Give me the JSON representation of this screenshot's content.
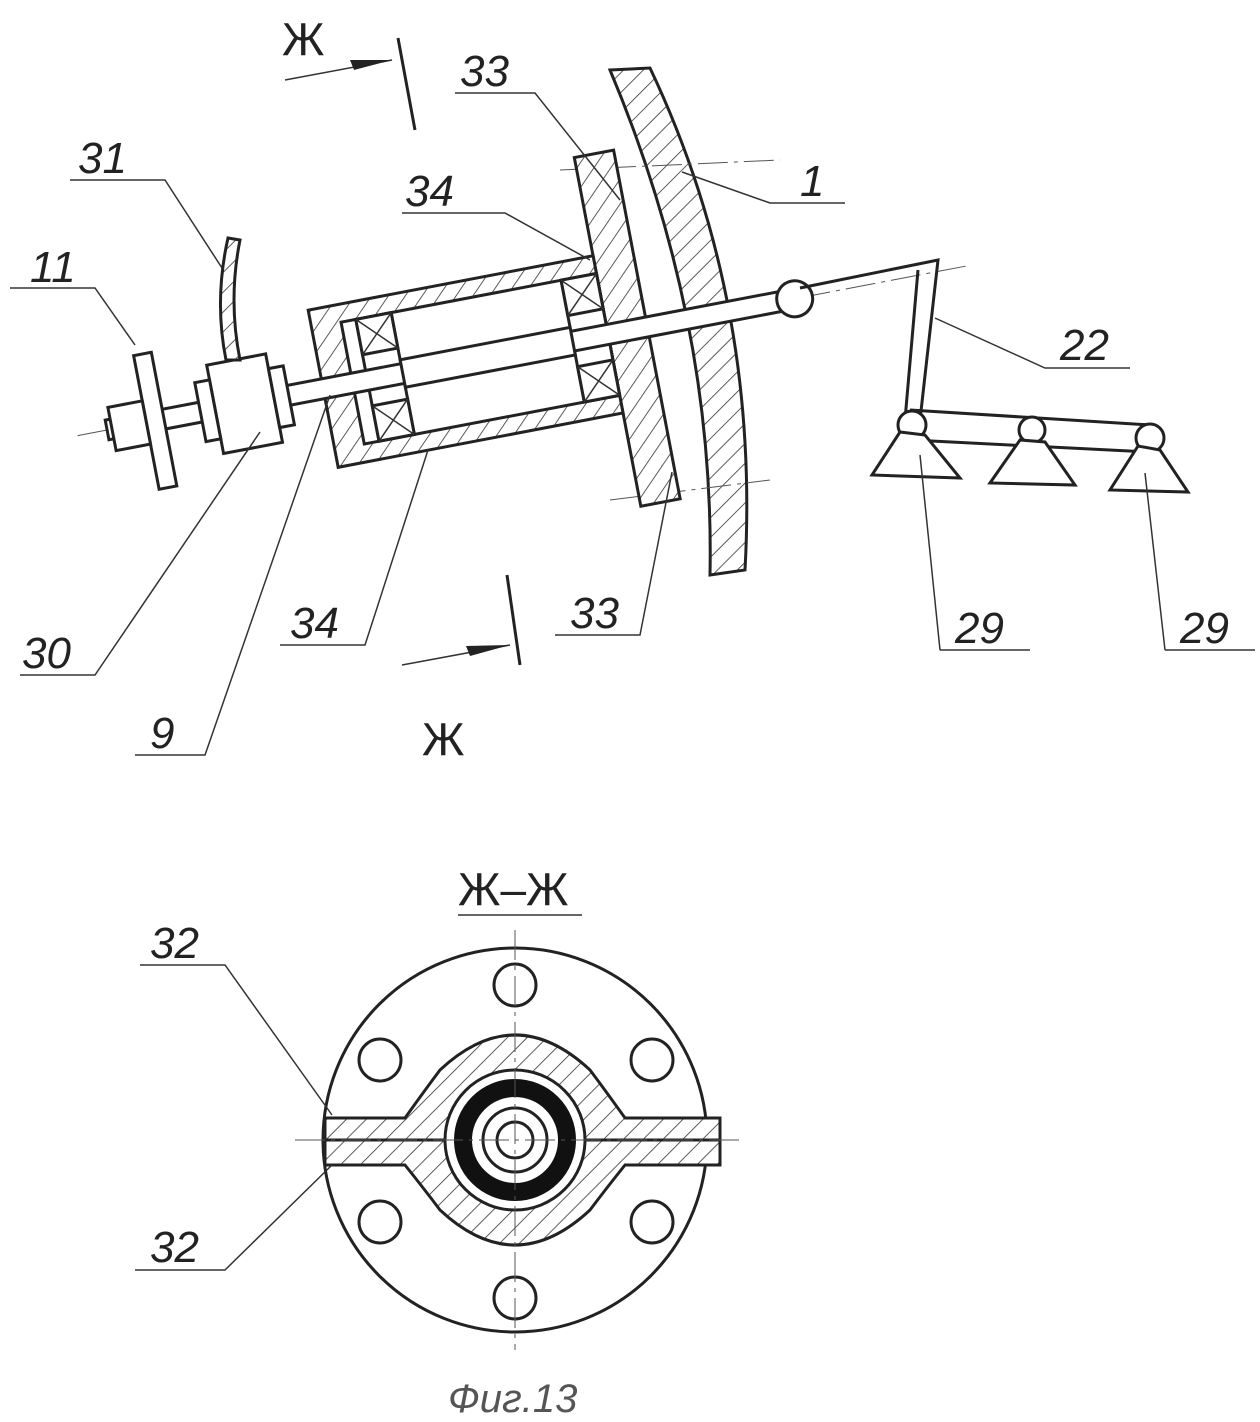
{
  "figure": {
    "caption": "Фиг.13",
    "section_title": "Ж–Ж",
    "section_marks": [
      "Ж",
      "Ж"
    ],
    "labels": {
      "l11": "11",
      "l31": "31",
      "l34_top": "34",
      "l33_top": "33",
      "l1": "1",
      "l22": "22",
      "l30": "30",
      "l9": "9",
      "l34_bottom": "34",
      "l33_bottom": "33",
      "l29_left": "29",
      "l29_right": "29",
      "l32_top": "32",
      "l32_bottom": "32"
    }
  }
}
